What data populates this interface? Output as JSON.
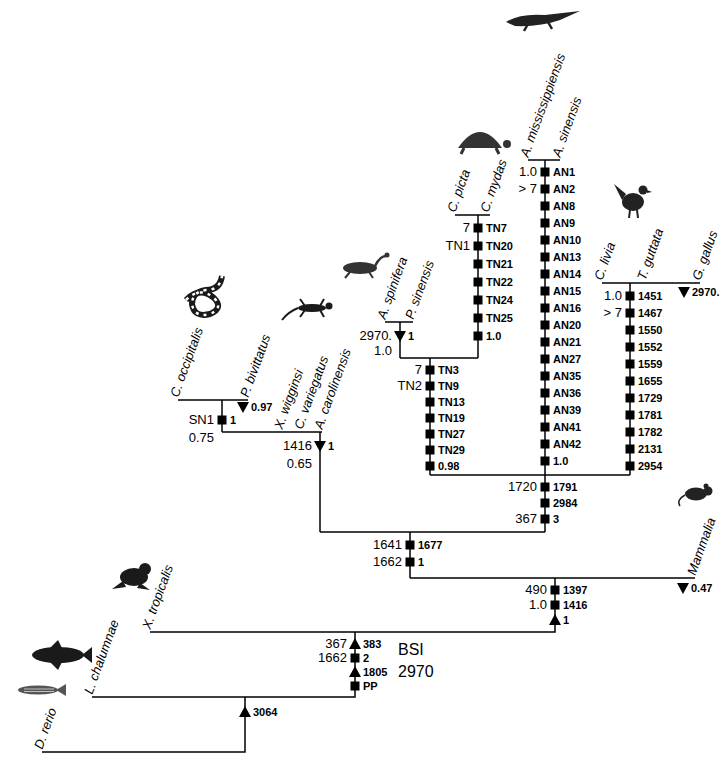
{
  "diagram": {
    "labels": [
      "A. mississippiensis",
      "A. sinensis",
      "C. picta",
      "C. mydas",
      "C. livia",
      "T. guttata",
      "G. gallus",
      "A. spinifera",
      "P. sinensis",
      "C. occipitalis",
      "P. bivittatus",
      "X. wigginsi",
      "C. variegatus",
      "A. carolinensis",
      "X. tropicalis",
      "L. chalumnae",
      "D. rerio",
      "Mammalia",
      "1.0",
      "> 7",
      "1451",
      "1467",
      "1550",
      "1552",
      "1559",
      "1655",
      "1729",
      "1781",
      "1782",
      "2131",
      "2954",
      "2970.",
      "1.0",
      "> 7",
      "AN1",
      "AN2",
      "AN8",
      "AN9",
      "AN10",
      "AN13",
      "AN14",
      "AN15",
      "AN16",
      "AN20",
      "AN21",
      "AN27",
      "AN35",
      "AN36",
      "AN39",
      "AN41",
      "AN42",
      "1.0",
      "7",
      "TN1",
      "TN7",
      "TN20",
      "TN21",
      "TN22",
      "TN24",
      "TN25",
      "1.0",
      "2970.",
      "1",
      "1.0",
      "7",
      "TN2",
      "TN3",
      "TN9",
      "TN13",
      "TN19",
      "TN27",
      "TN29",
      "0.98",
      "1720",
      "1791",
      "2984",
      "3",
      "367",
      "0.97",
      "SN1",
      "1",
      "0.75",
      "1416",
      "1",
      "0.65",
      "1641",
      "1677",
      "1",
      "1662",
      "0.47",
      "490",
      "1397",
      "1416",
      "1",
      "1.0",
      "367",
      "383",
      "2",
      "1662",
      "1805",
      "PP",
      "BSI",
      "2970",
      "3064"
    ]
  }
}
